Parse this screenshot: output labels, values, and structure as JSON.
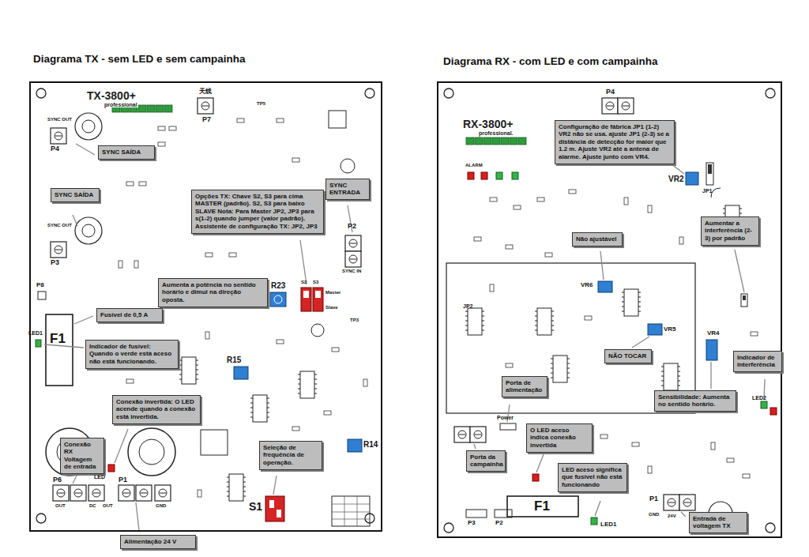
{
  "diagram": {
    "nodes": [
      {
        "text": [
          "TX-3800+",
          "professional"
        ]
      },
      {
        "text": [
          "SYNC SAÍDA"
        ],
        "in": 0
      },
      {
        "text": [
          "SYNC SAÍDA"
        ],
        "in": 0
      },
      {
        "text": [
          "Opções TX: Chave S2, S3 para cima MASTER (padrão). S2, S3 para baixo SLAVE Nota: Para Master JP2, JP3 para s(1-2) quando jumper (valor padrão). Assistente de configuração TX: JP2, JP3"
        ],
        "in": 0
      },
      {
        "text": [
          "SYNC ENTRADA"
        ],
        "in": 0
      },
      {
        "text": [
          "Aumenta a potência no sentido horário e dimui na direção oposta."
        ],
        "in": 0
      },
      {
        "text": [
          "Fusível de 0,5 A"
        ],
        "in": 0
      },
      {
        "text": [
          "Indicador de fusível: Quando o verde está aceso não está funcionando."
        ],
        "in": 0
      },
      {
        "text": [
          "Conexão invertida: O LED acende quando a conexão está invertida."
        ],
        "in": 0
      },
      {
        "text": [
          "Conexão RX Voltagem de entrada"
        ],
        "in": 0
      },
      {
        "text": [
          "Seleção de frequência de operação."
        ],
        "in": 0
      },
      {
        "text": [
          "Alimentação 24 V"
        ],
        "in": 0
      },
      {
        "text": [
          "RX-3800+",
          "professional."
        ]
      },
      {
        "text": [
          "Configuração de fábrica JP1 (1-2) VR2 não se usa. ajuste JP1 (2-3) se a distância de detecção for maior que 1.2 m. Ajuste VR2 até a antena de alarme. Ajuste junto com VR4."
        ],
        "in": 12
      },
      {
        "text": [
          "Não ajustável"
        ],
        "in": 12
      },
      {
        "text": [
          "Aumentar a interferência (2-3) por padrão"
        ],
        "in": 12
      },
      {
        "text": [
          "NÃO TOCAR"
        ],
        "in": 12
      },
      {
        "text": [
          "Porta de alimentação"
        ],
        "in": 12
      },
      {
        "text": [
          "Indicador de interferência"
        ],
        "in": 12
      },
      {
        "text": [
          "Sensibilidade: Aumenta no sentido horário."
        ],
        "in": 12
      },
      {
        "text": [
          "O LED aceso indica conexão invertida"
        ],
        "in": 12
      },
      {
        "text": [
          "Porta da campainha"
        ],
        "in": 12
      },
      {
        "text": [
          "LED aceso significa que fusível não está funcionando"
        ],
        "in": 12
      },
      {
        "text": [
          "Entrada de voltagem TX"
        ],
        "in": 12
      }
    ],
    "labels": [
      "Diagrama TX - sem LED e sem campainha",
      "Diagrama RX - com LED e com campainha",
      "P4",
      "SYNC OUT",
      "SYNC OUT",
      "P3",
      "P8",
      "F1",
      "LED1",
      "LED",
      "P6",
      "P1",
      "OUT",
      "DC",
      "OUT",
      "GND",
      "R23",
      "Master",
      "Slave",
      "R15",
      "R14",
      "S1",
      "P7",
      "P2",
      "SYNC IN",
      "天线",
      "TP5",
      "TP3",
      "S2",
      "S3",
      "P4",
      "ALARM",
      "VR2",
      "JP1",
      "VR6",
      "VR5",
      "VR4",
      "JP2",
      "Power",
      "P3",
      "P2",
      "F1",
      "LED1",
      "P1",
      "GND",
      "24V",
      "LED2"
    ]
  }
}
